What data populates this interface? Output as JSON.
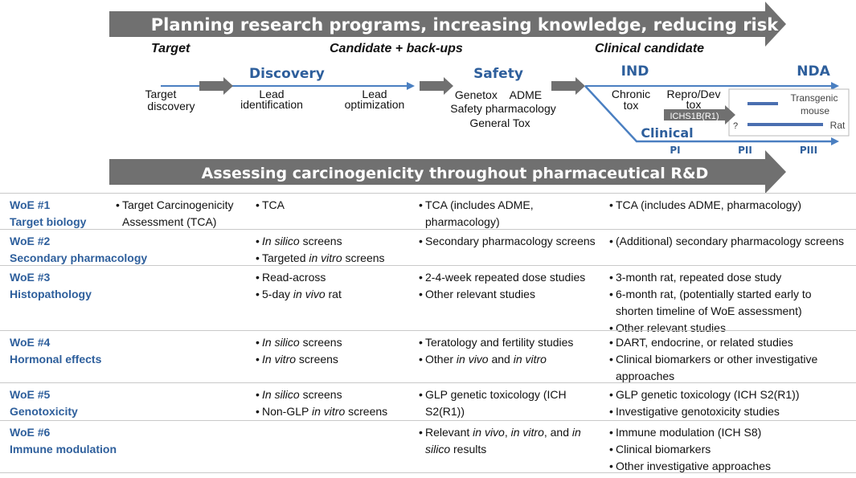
{
  "top_banner": "Planning research programs, increasing knowledge, reducing risk",
  "stages": {
    "target": "Target",
    "candidate": "Candidate + back-ups",
    "clinical_candidate": "Clinical candidate"
  },
  "phases": {
    "discovery": "Discovery",
    "safety": "Safety",
    "ind": "IND",
    "nda": "NDA",
    "clinical": "Clinical"
  },
  "discovery_steps": {
    "target_discovery": [
      "Target",
      "discovery"
    ],
    "lead_identification": [
      "Lead",
      "identification"
    ],
    "lead_optimization": [
      "Lead",
      "optimization"
    ]
  },
  "safety_items": [
    "Genetox    ADME",
    "Safety pharmacology",
    "General Tox"
  ],
  "ind_items": {
    "chronic": [
      "Chronic",
      "tox"
    ],
    "repro": [
      "Repro/Dev",
      "tox"
    ],
    "ichs1b": "ICHS1B(R1)",
    "question": "?",
    "transgenic": [
      "Transgenic",
      "mouse"
    ],
    "rat": "Rat"
  },
  "clinical_phases": [
    "PI",
    "PII",
    "PIII"
  ],
  "bottom_banner": "Assessing carcinogenicity throughout pharmaceutical R&D",
  "colors": {
    "banner_gray": "#707070",
    "blue": "#2e5f9c",
    "arrow_blue": "#4a7fc1"
  },
  "woe": [
    {
      "id": "WoE #1",
      "name": "Target biology",
      "col0": [
        "Target Carcinogenicity Assessment (TCA)"
      ],
      "col1": [
        "TCA"
      ],
      "col2": [
        "TCA (includes ADME, pharmacology)"
      ],
      "col3": [
        "TCA (includes ADME, pharmacology)"
      ]
    },
    {
      "id": "WoE #2",
      "name": "Secondary pharmacology",
      "col1": [
        "In silico screens",
        "Targeted in vitro screens"
      ],
      "col2": [
        "Secondary pharmacology screens"
      ],
      "col3": [
        "(Additional) secondary pharmacology screens"
      ]
    },
    {
      "id": "WoE #3",
      "name": "Histopathology",
      "col1": [
        "Read-across",
        "5-day in vivo rat"
      ],
      "col2": [
        "2-4-week repeated dose studies",
        "Other relevant studies"
      ],
      "col3": [
        "3-month rat, repeated dose study",
        "6-month rat, (potentially started early to shorten timeline of WoE assessment)",
        "Other relevant studies"
      ]
    },
    {
      "id": "WoE #4",
      "name": "Hormonal  effects",
      "col1": [
        "In silico screens",
        "In vitro screens"
      ],
      "col2": [
        "Teratology and fertility studies",
        "Other in vivo and in vitro"
      ],
      "col3": [
        "DART, endocrine, or related studies",
        "Clinical biomarkers or other investigative approaches"
      ]
    },
    {
      "id": "WoE #5",
      "name": "Genotoxicity",
      "col1": [
        "In silico screens",
        "Non-GLP in vitro screens"
      ],
      "col2": [
        "GLP genetic toxicology (ICH S2(R1))"
      ],
      "col3": [
        "GLP genetic toxicology (ICH S2(R1))",
        "Investigative genotoxicity studies"
      ]
    },
    {
      "id": "WoE #6",
      "name": "Immune modulation",
      "col2": [
        "Relevant  in vivo, in vitro, and in silico results"
      ],
      "col3": [
        "Immune modulation (ICH S8)",
        "Clinical biomarkers",
        "Other investigative approaches"
      ]
    }
  ]
}
